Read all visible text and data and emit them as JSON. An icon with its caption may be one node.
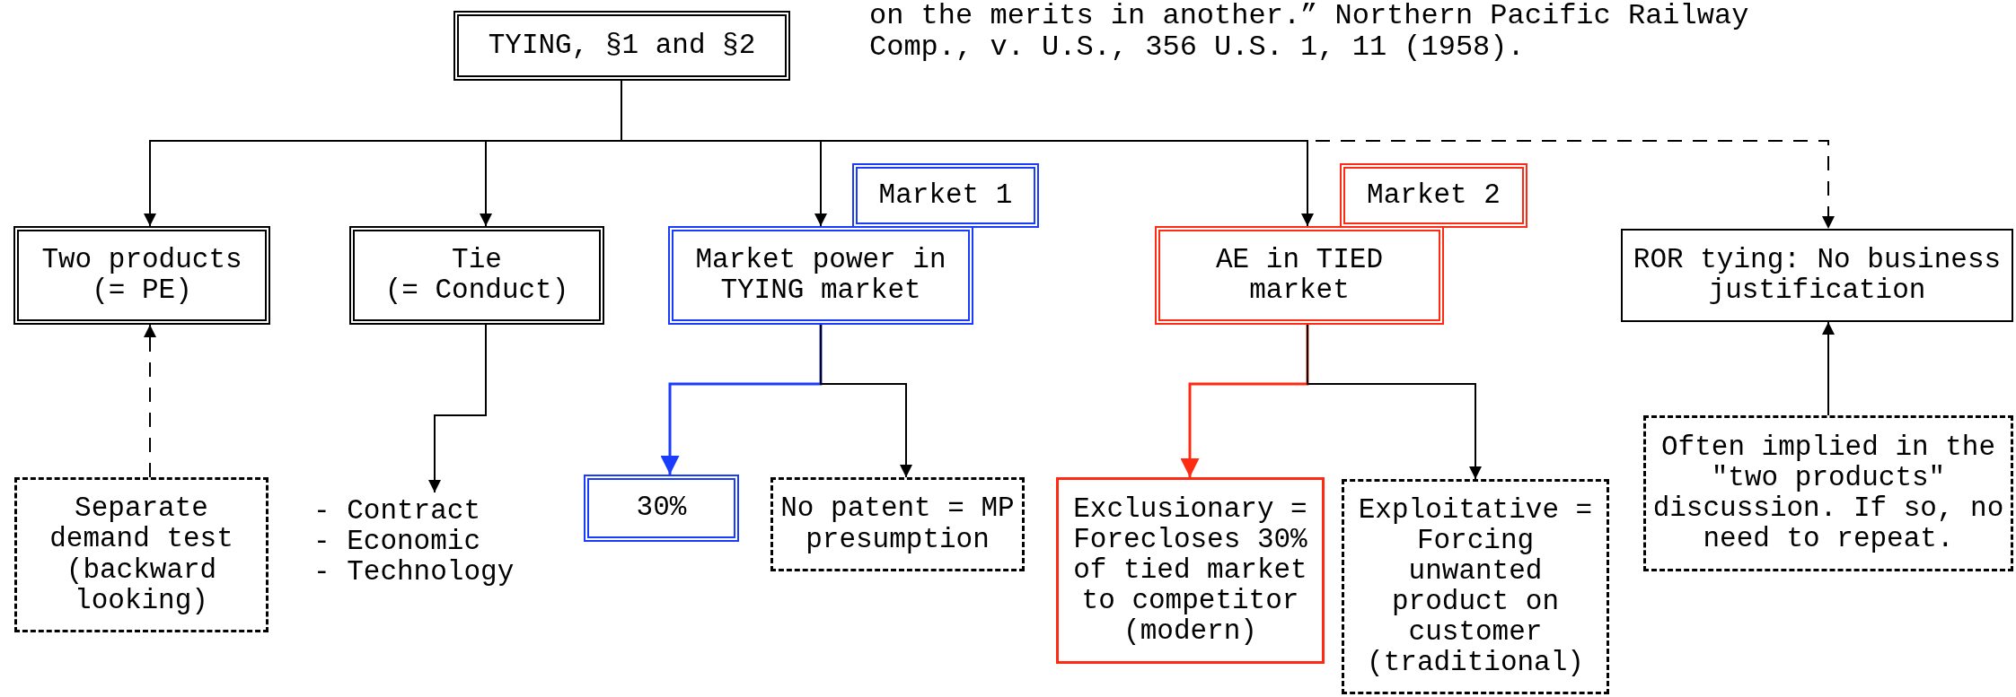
{
  "diagram": {
    "nodes": [
      {
        "text": [
          "TYING, §1 and §2"
        ]
      },
      {
        "text": [
          "Two products",
          "(= PE)"
        ]
      },
      {
        "text": [
          "Tie",
          "(= Conduct)"
        ]
      },
      {
        "text": [
          "Market 1"
        ]
      },
      {
        "text": [
          "Market power in TYING market"
        ]
      },
      {
        "text": [
          "Market 2"
        ]
      },
      {
        "text": [
          "AE in TIED market"
        ]
      },
      {
        "text": [
          "ROR tying: No business justification"
        ]
      },
      {
        "text": [
          "Separate demand test (backward looking)"
        ]
      },
      {
        "text": [
          "- Contract",
          "- Economic",
          "- Technology"
        ]
      },
      {
        "text": [
          "30%"
        ]
      },
      {
        "text": [
          "No patent = MP presumption"
        ]
      },
      {
        "text": [
          "Exclusionary = Forecloses 30% of tied market to competitor (modern)"
        ]
      },
      {
        "text": [
          "Exploitative = Forcing unwanted product on customer (traditional)"
        ]
      },
      {
        "text": [
          "Often implied in the \"two products\" discussion. If so, no need to repeat."
        ]
      }
    ],
    "edges": [
      {
        "from": 0,
        "to": 1,
        "arrow": "to"
      },
      {
        "from": 0,
        "to": 2,
        "arrow": "to"
      },
      {
        "from": 0,
        "to": 4,
        "arrow": "to"
      },
      {
        "from": 0,
        "to": 6,
        "arrow": "to"
      },
      {
        "from": 0,
        "to": 7,
        "arrow": "to",
        "style": "dashed"
      },
      {
        "from": 8,
        "to": 1,
        "arrow": "to",
        "style": "dashed"
      },
      {
        "from": 2,
        "to": 9,
        "arrow": "to"
      },
      {
        "from": 4,
        "to": 10,
        "arrow": "to",
        "color": "#1a3cff"
      },
      {
        "from": 4,
        "to": 11,
        "arrow": "to"
      },
      {
        "from": 6,
        "to": 12,
        "arrow": "to",
        "color": "#ff2a12"
      },
      {
        "from": 6,
        "to": 13,
        "arrow": "to"
      },
      {
        "from": 14,
        "to": 7,
        "arrow": "to"
      }
    ],
    "labels": [
      "on the merits in another.” Northern Pacific Railway Comp., v. U.S., 356 U.S. 1, 11 (1958)."
    ]
  }
}
